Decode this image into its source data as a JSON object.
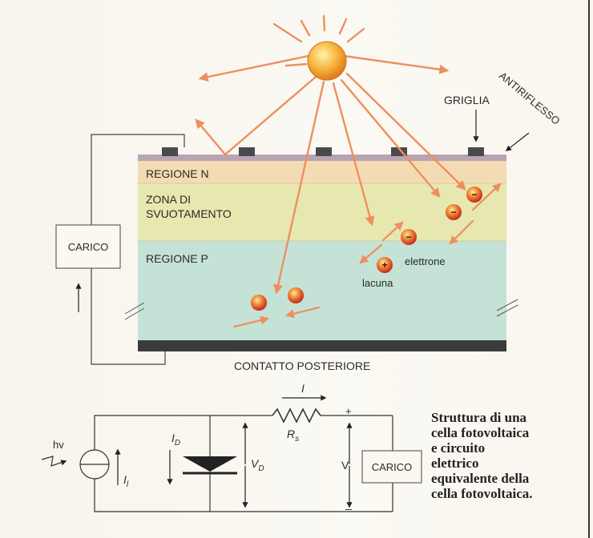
{
  "labels": {
    "griglia": "GRIGLIA",
    "antiriflesso": "ANTIRIFLESSO",
    "regione_n": "REGIONE N",
    "zona_line1": "ZONA DI",
    "zona_line2": "SVUOTAMENTO",
    "regione_p": "REGIONE P",
    "carico_top": "CARICO",
    "elettrone": "elettrone",
    "lacuna": "lacuna",
    "contatto": "CONTATTO POSTERIORE",
    "hv": "hv",
    "i_current": "I",
    "rs": "R",
    "rs_sub": "s",
    "id": "I",
    "id_sub": "D",
    "il": "I",
    "il_sub": "l",
    "vd": "V",
    "vd_sub": "D",
    "v": "V",
    "plus": "+",
    "minus": "_",
    "carico_bottom": "CARICO",
    "minus_sign": "−",
    "plus_sign": "+"
  },
  "caption": [
    "Struttura di una",
    "cella fotovoltaica",
    "e circuito",
    "elettrico",
    "equivalente della",
    "cella fotovoltaica."
  ],
  "colors": {
    "regione_n": "#f3dcb4",
    "zona": "#e7e7b0",
    "regione_p": "#c4e2d6",
    "arrow": "#ef8f5e",
    "contact": "#3b3b3b",
    "top_layer": "#b9a4b3"
  }
}
